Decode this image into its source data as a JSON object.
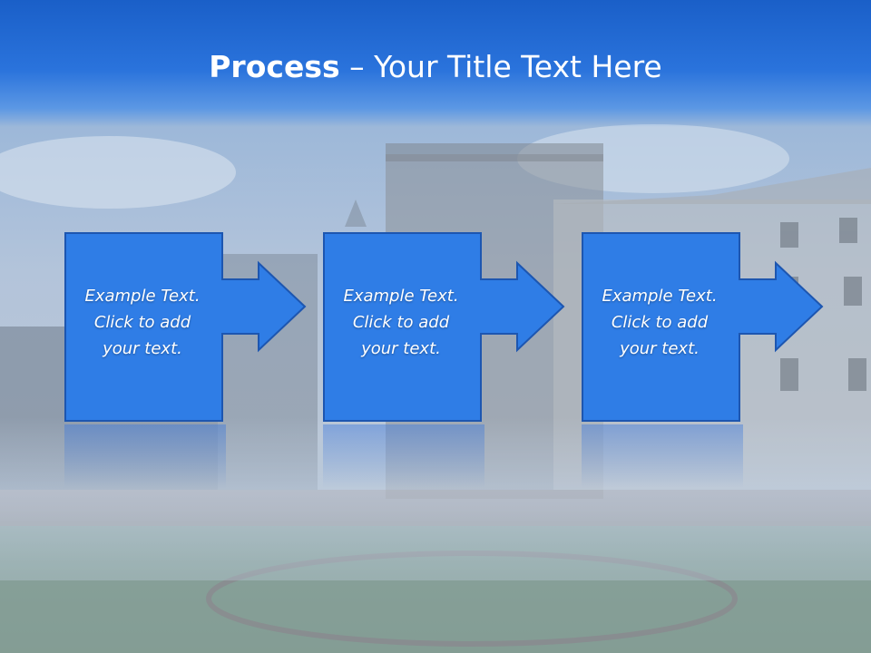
{
  "slide": {
    "title_bold": "Process",
    "title_rest": " – Your Title Text Here"
  },
  "steps": [
    {
      "line1": "Example Text.",
      "line2": "Click  to add",
      "line3": "your text."
    },
    {
      "line1": "Example Text.",
      "line2": "Click  to add",
      "line3": "your text."
    },
    {
      "line1": "Example Text.",
      "line2": "Click  to add",
      "line3": "your text."
    }
  ],
  "colors": {
    "header": "#1a5fc8",
    "box_fill": "#2f7de6",
    "box_stroke": "#1d56b0",
    "text": "#ffffff"
  }
}
